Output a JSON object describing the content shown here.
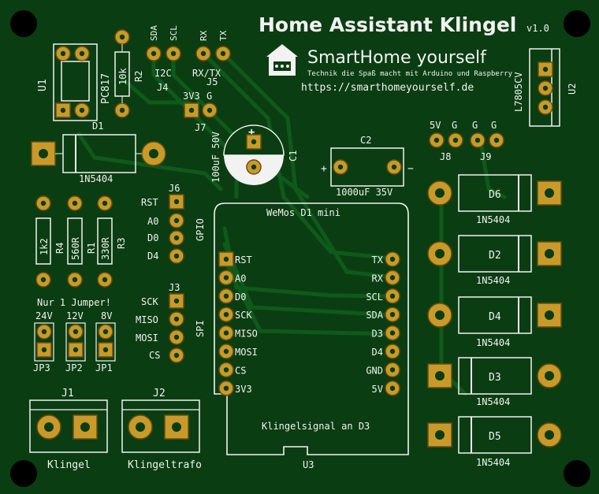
{
  "title": "Home Assistant Klingel",
  "version": "v1.0",
  "logo": {
    "brand": "SmartHome yourself",
    "tagline": "Technik die Spaß macht mit Arduino und Raspberry",
    "url": "https://smarthomeyourself.de"
  },
  "parts": {
    "U1": "U1",
    "PC817": "PC817",
    "R2": "R2",
    "R2_value": "10k",
    "D1": "D1",
    "D1_value": "1N5404",
    "J4": "J4",
    "J4_label": "I2C",
    "SDA": "SDA",
    "SCL": "SCL",
    "J5": "J5",
    "J5_label": "RX/TX",
    "RX": "RX",
    "TX": "TX",
    "J7": "J7",
    "J7_3v3": "3V3",
    "J7_g": "G",
    "C1": "C1",
    "C1_value": "100uF 50V",
    "C2": "C2",
    "C2_value": "1000uF 35V",
    "plus": "+",
    "minus": "−",
    "U2": "U2",
    "U2_value": "L7805CV",
    "J8": "J8",
    "J8_5v": "5V",
    "J8_g": "G",
    "J9": "J9",
    "J9_g1": "G",
    "J9_g2": "G",
    "D6": "D6",
    "D2": "D2",
    "D4": "D4",
    "D3": "D3",
    "D5": "D5",
    "diode_value": "1N5404",
    "J6": "J6",
    "J6_gpio": "GPIO",
    "J6_pins": [
      "RST",
      "A0",
      "D0",
      "D4"
    ],
    "J3": "J3",
    "J3_spi": "SPI",
    "J3_pins": [
      "SCK",
      "MISO",
      "MOSI",
      "CS"
    ],
    "R4": "R4",
    "R4_value": "1k2",
    "R1": "R1",
    "R1_value": "560R",
    "R3": "R3",
    "R3_value": "330R",
    "jumper_note": "Nur 1 Jumper!",
    "JP3": "JP3",
    "JP3_v": "24V",
    "JP2": "JP2",
    "JP2_v": "12V",
    "JP1": "JP1",
    "JP1_v": "8V",
    "J1": "J1",
    "J1_label": "Klingel",
    "J2": "J2",
    "J2_label": "Klingeltrafo",
    "U3": "U3",
    "U3_value": "WeMos D1 mini",
    "U3_note": "Klingelsignal an D3",
    "wemos_left": [
      "RST",
      "A0",
      "D0",
      "SCK",
      "MISO",
      "MOSI",
      "CS",
      "3V3"
    ],
    "wemos_right": [
      "TX",
      "RX",
      "SCL",
      "SDA",
      "D3",
      "D4",
      "GND",
      "5V"
    ]
  },
  "colors": {
    "board": "#0b3d12",
    "copper": "#b98a1e",
    "silk": "#f2f2f2",
    "trace": "#0e5a1a"
  }
}
